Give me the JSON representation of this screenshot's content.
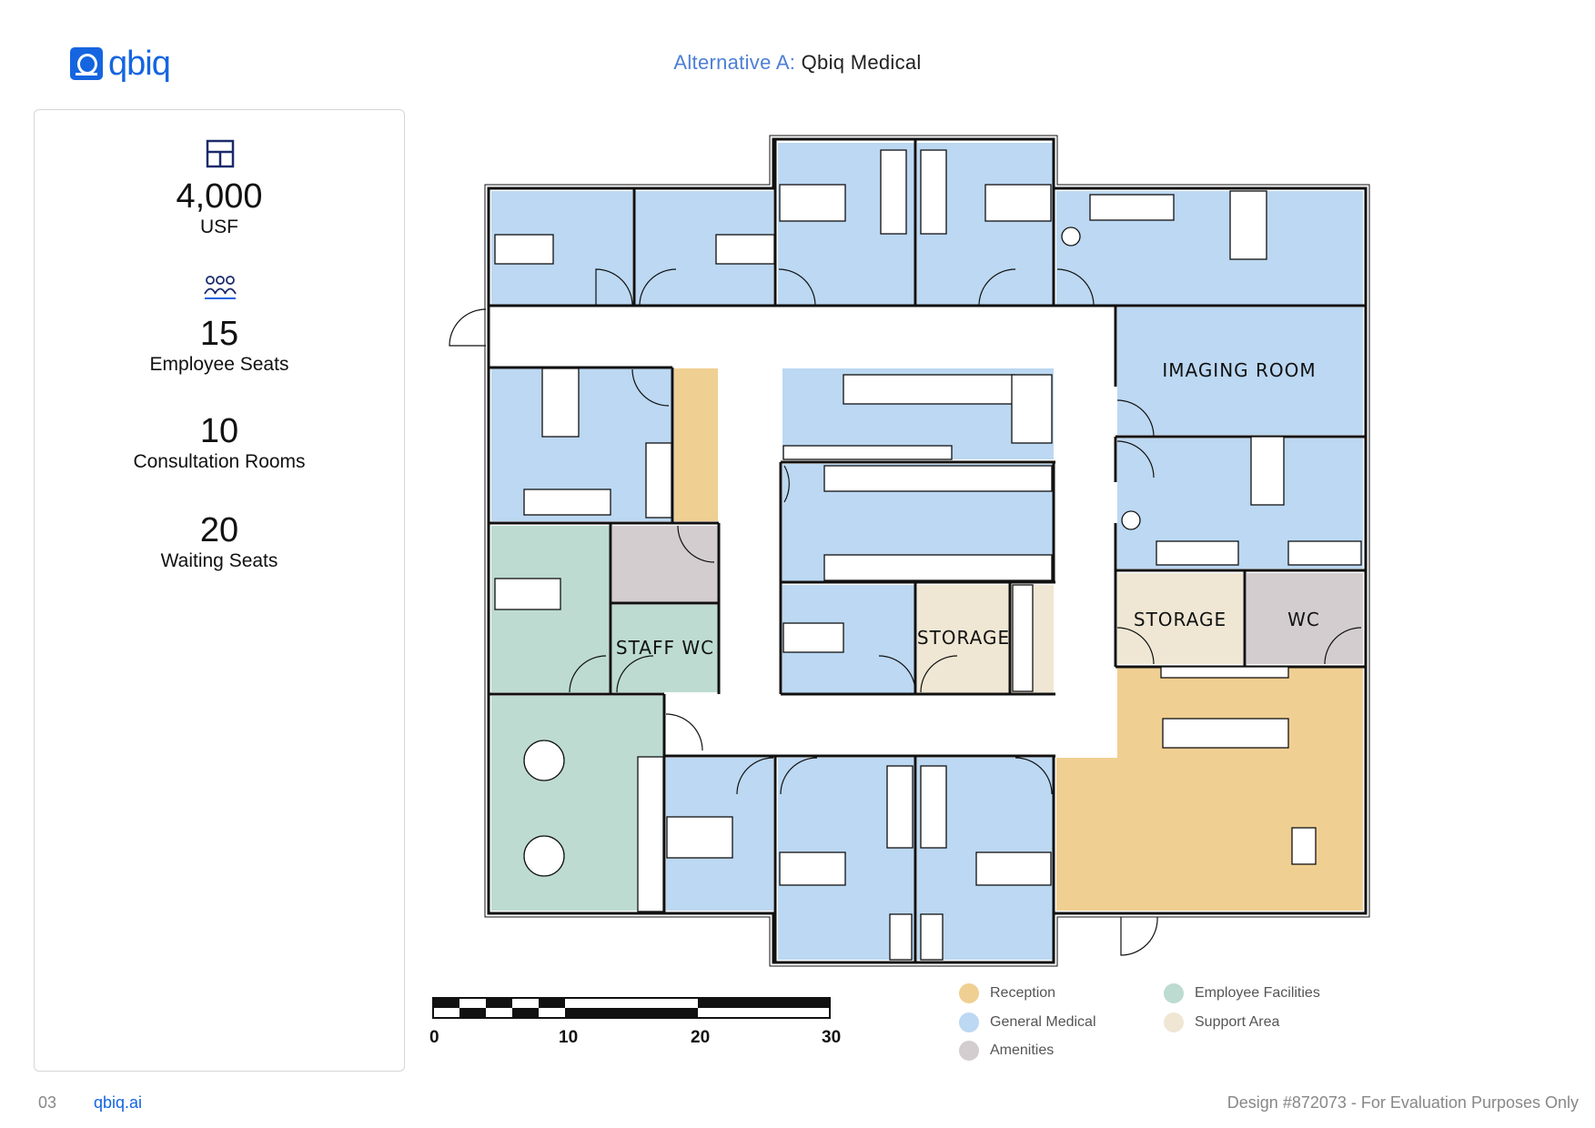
{
  "brand": {
    "name": "qbiq",
    "url": "qbiq.ai"
  },
  "title": {
    "prefix": "Alternative A:",
    "name": "Qbiq Medical"
  },
  "stats": [
    {
      "icon": "floor-plan-icon",
      "value": "4,000",
      "label": "USF"
    },
    {
      "icon": "people-icon",
      "value": "15",
      "label": "Employee Seats"
    },
    {
      "icon": "",
      "value": "10",
      "label": "Consultation Rooms"
    },
    {
      "icon": "",
      "value": "20",
      "label": "Waiting Seats"
    }
  ],
  "rooms": {
    "imaging": "IMAGING ROOM",
    "staff_wc": "STAFF WC",
    "storage_center": "STORAGE",
    "storage_right": "STORAGE",
    "wc": "WC"
  },
  "scale": {
    "ticks": [
      "0",
      "10",
      "20",
      "30"
    ]
  },
  "legend": [
    {
      "label": "Reception",
      "color": "#f0cf92"
    },
    {
      "label": "Employee Facilities",
      "color": "#bddbd1"
    },
    {
      "label": "General Medical",
      "color": "#bcd8f2"
    },
    {
      "label": "Support Area",
      "color": "#efe7d4"
    },
    {
      "label": "Amenities",
      "color": "#d3cdd0"
    }
  ],
  "footer": {
    "page": "03",
    "note": "Design #872073 - For Evaluation Purposes Only"
  }
}
